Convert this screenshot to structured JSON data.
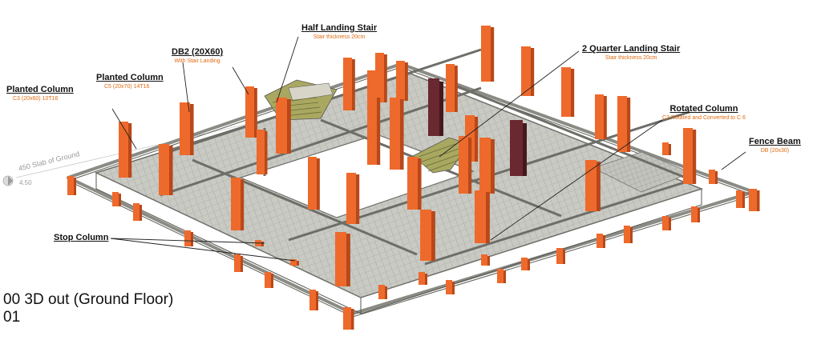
{
  "view": {
    "title_line1": "00 3D  out (Ground Floor)",
    "title_line2": "01"
  },
  "level": {
    "name": "450 Slab of Ground",
    "elevation": "4.50"
  },
  "annotations": {
    "planted_column_left": {
      "title": "Planted Column",
      "subtitle": "C3 (20x60) 10T16"
    },
    "planted_column_mid": {
      "title": "Planted Column",
      "subtitle": "C5 (20x70) 14T16"
    },
    "db2": {
      "title": "DB2 (20X60)",
      "subtitle": "With Stair Landing"
    },
    "half_landing": {
      "title": "Half Landing Stair",
      "subtitle": "Stair thickness 20cm"
    },
    "quarter_landing": {
      "title": "2 Quarter Landing Stair",
      "subtitle": "Stair thickness 20cm"
    },
    "rotated_column": {
      "title": "Rotated Column",
      "subtitle": "C2 Rotated and Converted to C 6"
    },
    "fence_beam": {
      "title": "Fence Beam",
      "subtitle": "DB (20x30)"
    },
    "stop_column": {
      "title": "Stop Column"
    }
  },
  "colors": {
    "column": "#ee6a2c",
    "column_dark": "#b8481a",
    "beam": "#7f8078",
    "slab": "#c9cac4",
    "slab_hatch": "#a4a59f",
    "stair": "#9b9a55",
    "dark_column": "#6a2830",
    "leader": "#222222",
    "subtitle_text": "#e06a10"
  }
}
